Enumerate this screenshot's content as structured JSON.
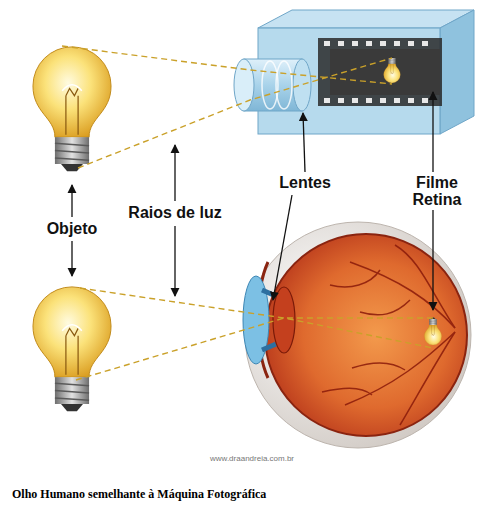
{
  "diagram": {
    "caption": "Olho Humano semelhante à Máquina Fotográfica",
    "labels": [
      "Objeto",
      "Raios de luz",
      "Lentes",
      "Filme",
      "Retina",
      "www.draandreia.com.br"
    ]
  }
}
